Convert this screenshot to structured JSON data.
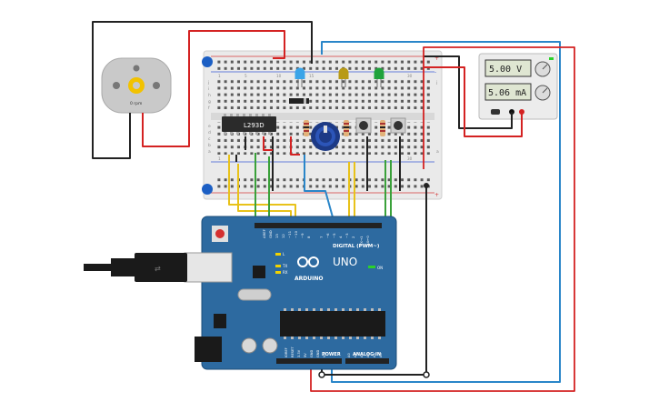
{
  "motor": {
    "speed_label": "0 rpm"
  },
  "ic": {
    "label": "L293D"
  },
  "power_supply": {
    "voltage": "5.00 V",
    "current": "5.06 mA"
  },
  "arduino": {
    "brand": "ARDUINO",
    "model": "UNO",
    "digital_header": "DIGITAL (PWM~)",
    "analog_header": "ANALOG IN",
    "power_header": "POWER",
    "on_label": "ON",
    "l_label": "L",
    "tx_label": "TX",
    "rx_label": "RX",
    "aref_label": "AREF",
    "gnd_label": "GND",
    "digital_pins": [
      "13",
      "12",
      "~11",
      "~10",
      "~9",
      "8",
      "7",
      "~6",
      "~5",
      "4",
      "~3",
      "2",
      "TX→1",
      "RX←0"
    ],
    "power_pins": [
      "IOREF",
      "RESET",
      "3.3V",
      "5V",
      "GND",
      "GND",
      "Vin"
    ],
    "analog_pins": [
      "A0",
      "A1",
      "A2",
      "A3",
      "A4",
      "A5"
    ]
  },
  "breadboard": {
    "row_letters_top": [
      "j",
      "i",
      "h",
      "g",
      "f"
    ],
    "row_letters_bottom": [
      "e",
      "d",
      "c",
      "b",
      "a"
    ],
    "col_numbers": [
      "1",
      "5",
      "10",
      "15",
      "20",
      "25",
      "30"
    ]
  },
  "colors": {
    "wire_black": "#222222",
    "wire_red": "#d42222",
    "wire_blue": "#2a86c9",
    "wire_yellow": "#e8c21a",
    "wire_green": "#3aa13a",
    "board_blue": "#2d6aa0",
    "led_blue": "#3aa4e8",
    "led_yellow": "#b89a16",
    "led_green": "#1fa33c"
  }
}
